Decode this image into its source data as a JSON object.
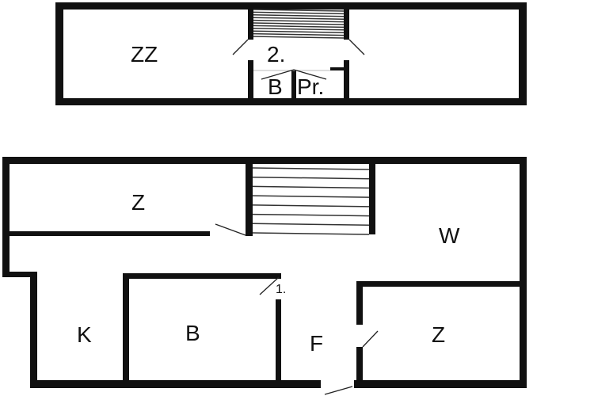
{
  "upper_floor": {
    "rooms": [
      "ZZ",
      "2.",
      "B",
      "Pr."
    ]
  },
  "ground_floor": {
    "rooms": [
      "Z",
      "W",
      "K",
      "B",
      "F",
      "Z"
    ],
    "marker": "1."
  },
  "colors": {
    "wall": "#111111",
    "background": "#ffffff"
  }
}
